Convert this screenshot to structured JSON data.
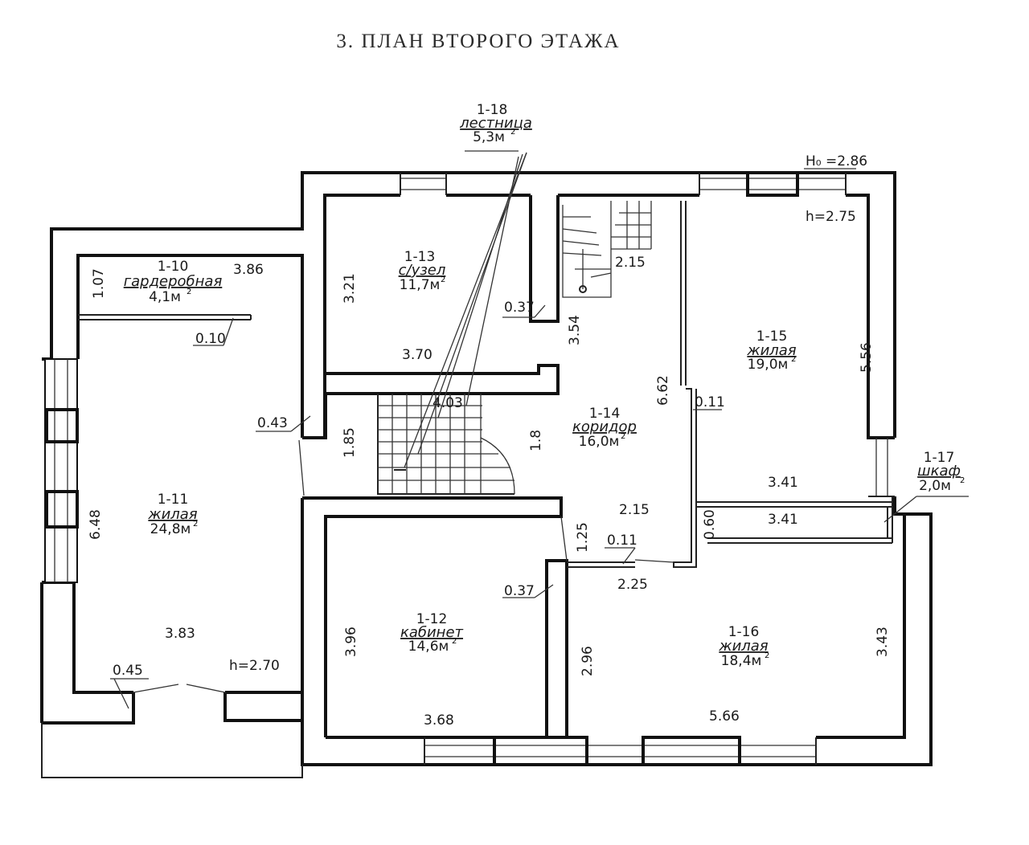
{
  "title": "3. ПЛАН ВТОРОГО ЭТАЖА",
  "heights": {
    "h0": "H₀ =2.86",
    "h_right": "h=2.75",
    "h_left": "h=2.70"
  },
  "rooms": [
    {
      "id": "1-10",
      "name": "гардеробная",
      "area": "4,1м"
    },
    {
      "id": "1-11",
      "name": "жилая",
      "area": "24,8м"
    },
    {
      "id": "1-12",
      "name": "кабинет",
      "area": "14,6м"
    },
    {
      "id": "1-13",
      "name": "с/узел",
      "area": "11,7м"
    },
    {
      "id": "1-14",
      "name": "коридор",
      "area": "16,0м"
    },
    {
      "id": "1-15",
      "name": "жилая",
      "area": "19,0м"
    },
    {
      "id": "1-16",
      "name": "жилая",
      "area": "18,4м"
    },
    {
      "id": "1-17",
      "name": "шкаф",
      "area": "2,0м"
    },
    {
      "id": "1-18",
      "name": "лестница",
      "area": "5,3м"
    }
  ],
  "area_unit_sup": "2",
  "dimensions": {
    "d_1_07": "1.07",
    "d_3_86": "3.86",
    "d_0_10": "0.10",
    "d_6_48": "6.48",
    "d_3_83": "3.83",
    "d_0_45": "0.45",
    "d_0_43": "0.43",
    "d_1_85": "1.85",
    "d_3_21": "3.21",
    "d_3_70": "3.70",
    "d_4_03": "4.03",
    "d_1_8": "1.8",
    "d_0_37a": "0.37",
    "d_3_54": "3.54",
    "d_2_15a": "2.15",
    "d_6_62": "6.62",
    "d_0_11a": "0.11",
    "d_2_15b": "2.15",
    "d_5_56": "5.56",
    "d_3_41a": "3.41",
    "d_3_41b": "3.41",
    "d_0_60": "0.60",
    "d_1_25": "1.25",
    "d_0_11b": "0.11",
    "d_2_25": "2.25",
    "d_0_37b": "0.37",
    "d_3_96": "3.96",
    "d_3_68": "3.68",
    "d_2_96": "2.96",
    "d_5_66": "5.66",
    "d_3_43": "3.43"
  }
}
